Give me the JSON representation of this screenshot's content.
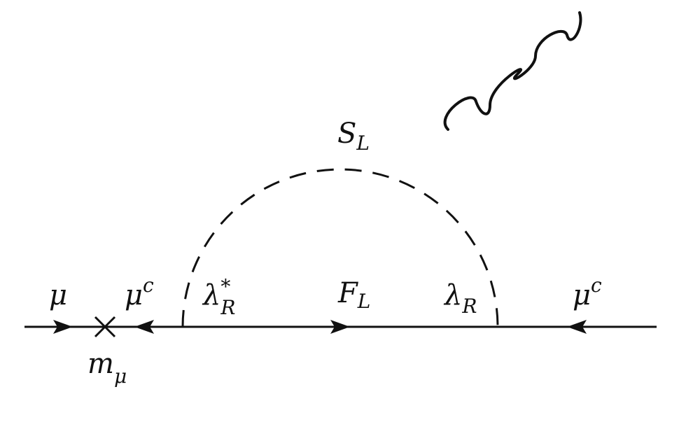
{
  "diagram": {
    "colors": {
      "ink": "#111111",
      "background": "#ffffff"
    },
    "external_lines": {
      "incoming_left": {
        "symbol": "μ"
      },
      "after_mass_insertion": {
        "symbol": "μ",
        "superscript": "c"
      },
      "incoming_right": {
        "symbol": "μ",
        "superscript": "c"
      }
    },
    "mass_insertion": {
      "symbol": "m",
      "subscript": "μ"
    },
    "vertices": {
      "left": {
        "symbol": "λ",
        "superscript": "*",
        "subscript": "R"
      },
      "right": {
        "symbol": "λ",
        "subscript": "R"
      }
    },
    "internal_fermion": {
      "symbol": "F",
      "subscript": "L"
    },
    "scalar_loop": {
      "symbol": "S",
      "subscript": "L"
    },
    "photon": {
      "style": "wavy"
    }
  }
}
